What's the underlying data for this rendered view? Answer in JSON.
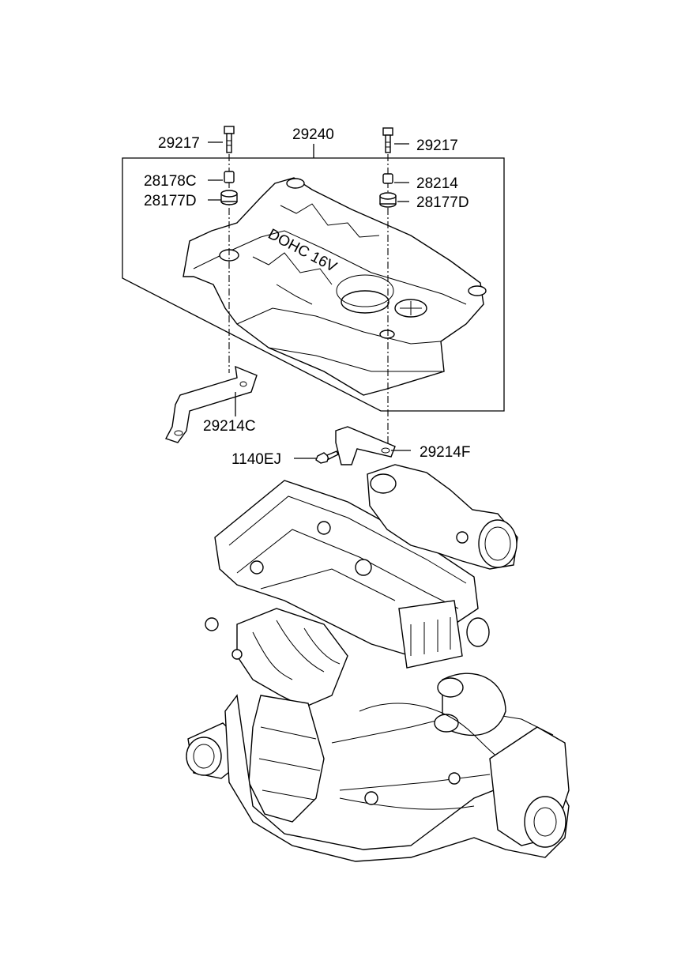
{
  "callouts": {
    "bolt_left": "29217",
    "bolt_right": "29217",
    "cover": "29240",
    "bush_left": "28178C",
    "bush_right": "28214",
    "grommet_left": "28177D",
    "grommet_right": "28177D",
    "bracket_left": "29214C",
    "bracket_right": "29214F",
    "bolt_bracket": "1140EJ"
  },
  "cover_text": "DOHC 16V"
}
